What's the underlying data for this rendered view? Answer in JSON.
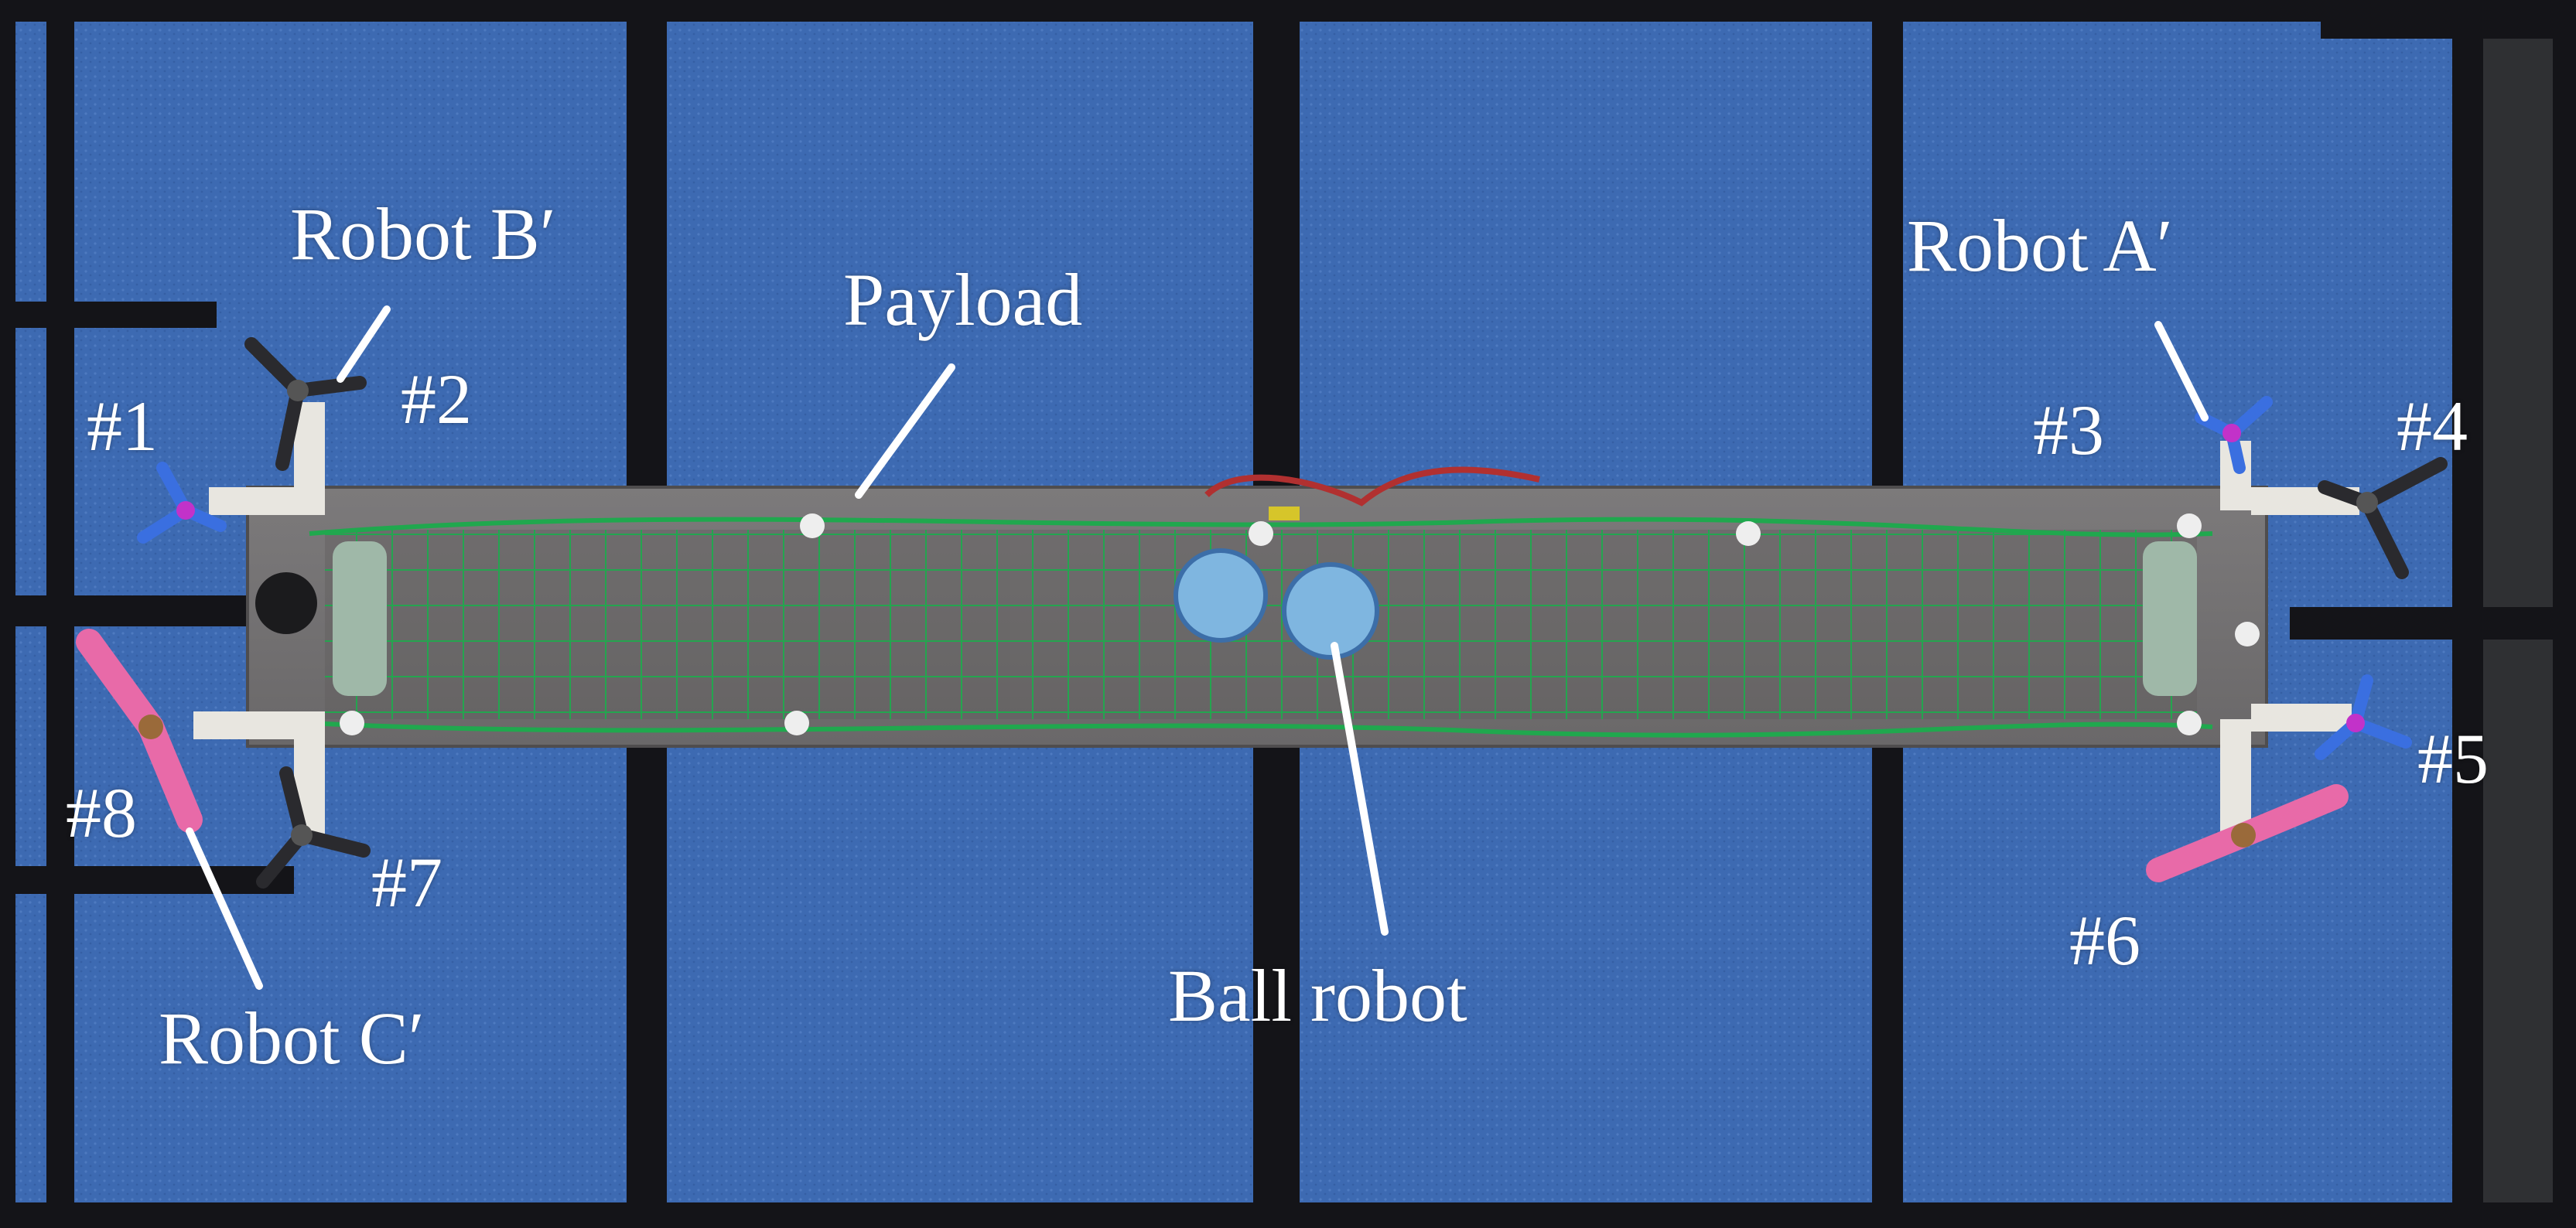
{
  "labels": {
    "robot_b": "Robot B′",
    "robot_a": "Robot A′",
    "robot_c": "Robot C′",
    "payload": "Payload",
    "ball_robot": "Ball robot"
  },
  "rotors": {
    "r1": "#1",
    "r2": "#2",
    "r3": "#3",
    "r4": "#4",
    "r5": "#5",
    "r6": "#6",
    "r7": "#7",
    "r8": "#8"
  },
  "colors": {
    "carpet": "#3f6db4",
    "gap": "#141418",
    "plate": "#747273",
    "net": "#22a34f",
    "propeller_pink": "#e86aa8",
    "propeller_blue": "#3a6fe0",
    "propeller_black": "#2a2a2e"
  }
}
